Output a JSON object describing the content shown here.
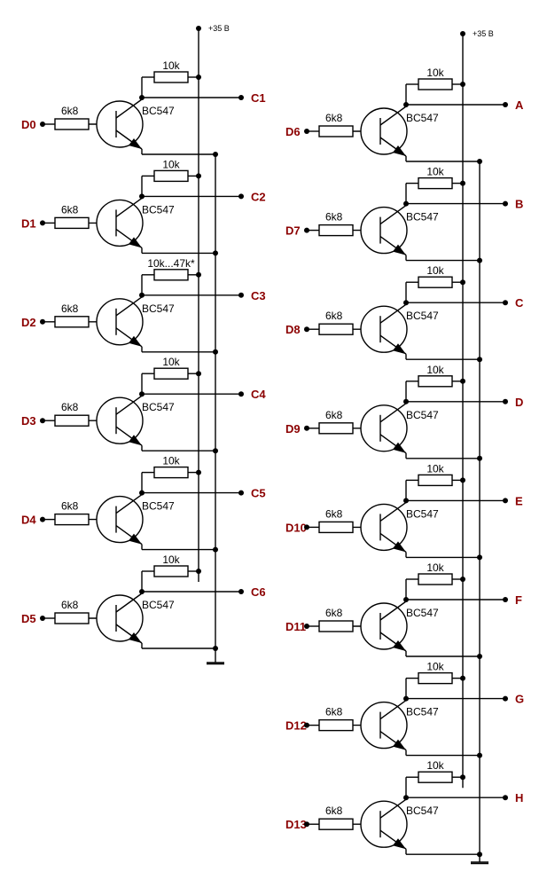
{
  "supply_label": "+35 B",
  "transistor_type": "BC547",
  "base_resistor": "6k8",
  "left": {
    "stages": [
      {
        "input": "D0",
        "output": "C1",
        "pullup": "10k"
      },
      {
        "input": "D1",
        "output": "C2",
        "pullup": "10k"
      },
      {
        "input": "D2",
        "output": "C3",
        "pullup": "10k...47k*"
      },
      {
        "input": "D3",
        "output": "C4",
        "pullup": "10k"
      },
      {
        "input": "D4",
        "output": "C5",
        "pullup": "10k"
      },
      {
        "input": "D5",
        "output": "C6",
        "pullup": "10k"
      }
    ]
  },
  "right": {
    "stages": [
      {
        "input": "D6",
        "output": "A",
        "pullup": "10k"
      },
      {
        "input": "D7",
        "output": "B",
        "pullup": "10k"
      },
      {
        "input": "D8",
        "output": "C",
        "pullup": "10k"
      },
      {
        "input": "D9",
        "output": "D",
        "pullup": "10k"
      },
      {
        "input": "D10",
        "output": "E",
        "pullup": "10k"
      },
      {
        "input": "D11",
        "output": "F",
        "pullup": "10k"
      },
      {
        "input": "D12",
        "output": "G",
        "pullup": "10k"
      },
      {
        "input": "D13",
        "output": "H",
        "pullup": "10k"
      }
    ]
  }
}
